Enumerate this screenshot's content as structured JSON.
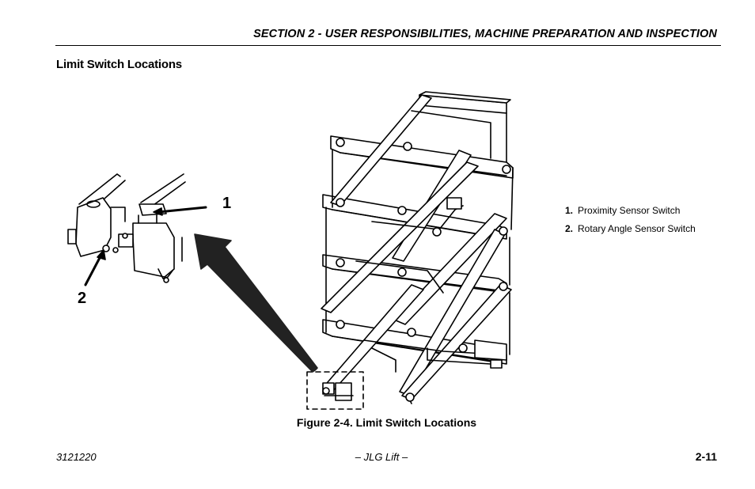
{
  "header": {
    "section_title": "SECTION 2 - USER RESPONSIBILITIES, MACHINE PREPARATION AND INSPECTION"
  },
  "section": {
    "title": "Limit Switch Locations"
  },
  "figure": {
    "callout_1": "1",
    "callout_2": "2",
    "caption": "Figure 2-4. Limit Switch Locations",
    "legend": [
      {
        "num": "1.",
        "label": "Proximity Sensor Switch"
      },
      {
        "num": "2.",
        "label": "Rotary Angle Sensor Switch"
      }
    ]
  },
  "footer": {
    "doc_number": "3121220",
    "center": "– JLG Lift –",
    "page": "2-11"
  }
}
